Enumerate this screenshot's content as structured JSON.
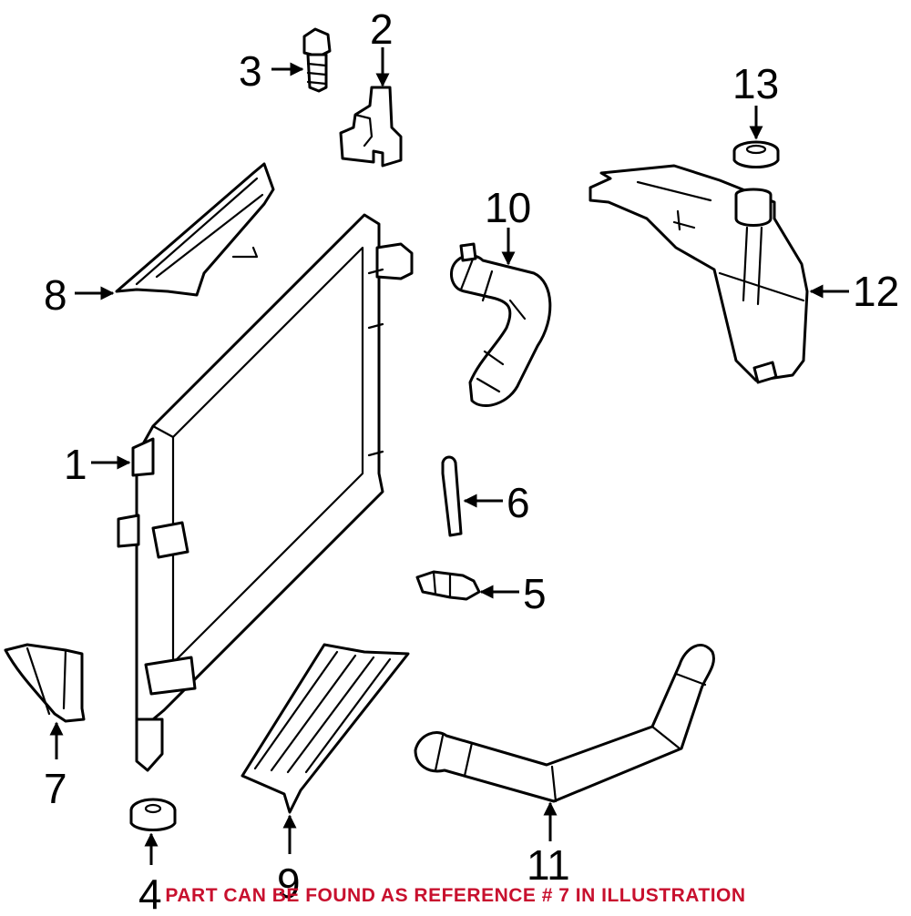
{
  "callouts": [
    {
      "id": "1",
      "label": "1"
    },
    {
      "id": "2",
      "label": "2"
    },
    {
      "id": "3",
      "label": "3"
    },
    {
      "id": "4",
      "label": "4"
    },
    {
      "id": "5",
      "label": "5"
    },
    {
      "id": "6",
      "label": "6"
    },
    {
      "id": "7",
      "label": "7"
    },
    {
      "id": "8",
      "label": "8"
    },
    {
      "id": "9",
      "label": "9"
    },
    {
      "id": "10",
      "label": "10"
    },
    {
      "id": "11",
      "label": "11"
    },
    {
      "id": "12",
      "label": "12"
    },
    {
      "id": "13",
      "label": "13"
    }
  ],
  "footer_note": "PART CAN BE FOUND AS REFERENCE # 7 IN ILLUSTRATION",
  "colors": {
    "line": "#000000",
    "background": "#ffffff",
    "footer_note": "#c8102e"
  }
}
